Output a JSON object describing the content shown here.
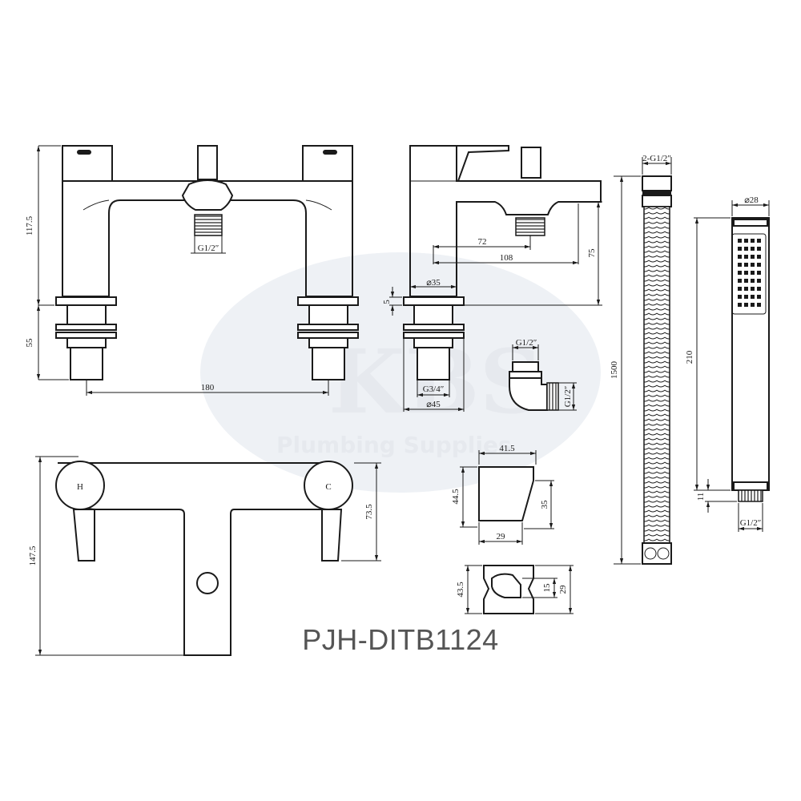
{
  "watermark": {
    "brand": "KBS",
    "tagline": "Plumbing Supplies"
  },
  "product_code": "PJH-DITB1124",
  "front_view": {
    "dims": {
      "height_upper": "117.5",
      "height_lower": "55",
      "centres": "180",
      "outlet_thread": "G1/2″"
    }
  },
  "side_view": {
    "dims": {
      "reach_inner": "72",
      "reach_outer": "108",
      "outlet_height": "75",
      "body_dia": "⌀35",
      "collar": "5",
      "inlet_thread": "G3/4″",
      "base_dia": "⌀45"
    }
  },
  "elbow": {
    "dims": {
      "thread_top": "G1/2″",
      "thread_side": "G1/2″"
    }
  },
  "plan_view": {
    "dims": {
      "depth": "147.5",
      "handle_depth": "73.5"
    },
    "handles": {
      "hot": "H",
      "cold": "C"
    }
  },
  "wall_bracket": {
    "dims": {
      "width_top": "41.5",
      "height_left": "44.5",
      "height_right": "35",
      "width_bottom": "29"
    }
  },
  "holder": {
    "dims": {
      "height": "43.5",
      "inner": "15",
      "outer": "29"
    }
  },
  "hose": {
    "dims": {
      "thread": "2-G1/2″",
      "length": "1500"
    }
  },
  "handset": {
    "dims": {
      "dia": "⌀28",
      "length": "210",
      "thread_len": "11",
      "thread": "G1/2″"
    }
  }
}
